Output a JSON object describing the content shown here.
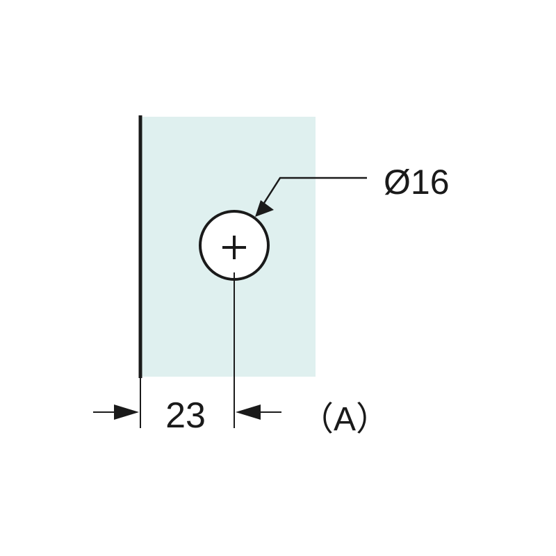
{
  "diagram": {
    "hole_diameter_label": "Ø16",
    "offset_label": "23",
    "view_label": "（A）",
    "colors": {
      "glass": "#dff0ef",
      "line": "#1a1a1a",
      "background": "#ffffff"
    }
  }
}
